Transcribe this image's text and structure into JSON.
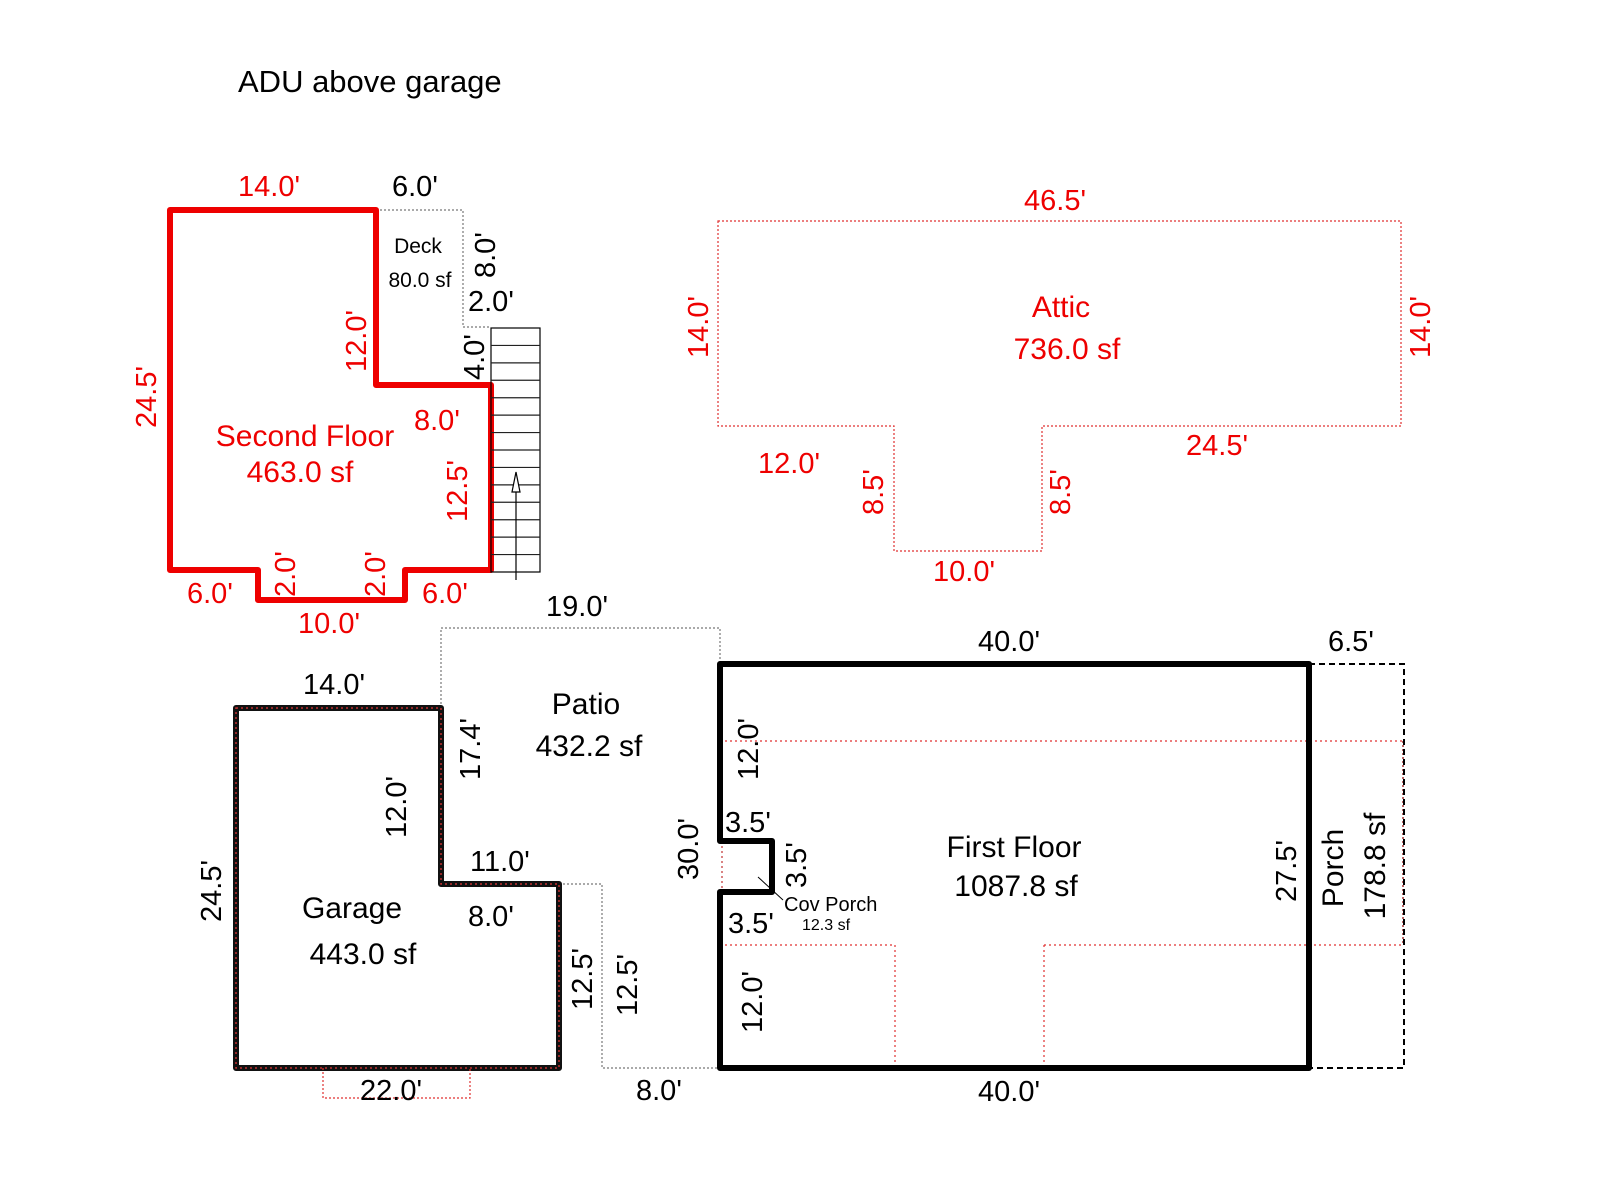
{
  "title": "ADU above garage",
  "colors": {
    "second_floor": "#ee0000",
    "attic": "#ee0000",
    "first_floor": "#000000",
    "garage": "#000000",
    "overlay_dotted": "#e03030",
    "patio_dotted": "#777777"
  },
  "areas": {
    "second_floor": {
      "name": "Second Floor",
      "area": "463.0 sf"
    },
    "deck": {
      "name": "Deck",
      "area": "80.0 sf"
    },
    "attic": {
      "name": "Attic",
      "area": "736.0 sf"
    },
    "patio": {
      "name": "Patio",
      "area": "432.2 sf"
    },
    "garage": {
      "name": "Garage",
      "area": "443.0 sf"
    },
    "first_floor": {
      "name": "First Floor",
      "area": "1087.8 sf"
    },
    "cov_porch": {
      "name": "Cov Porch",
      "area": "12.3 sf"
    },
    "porch": {
      "name": "Porch",
      "area": "178.8 sf"
    }
  },
  "dimensions": {
    "second_floor": {
      "top": "14.0'",
      "left": "24.5'",
      "inner_vertical": "12.0'",
      "inner_horizontal": "8.0'",
      "right": "12.5'",
      "bottom_left": "6.0'",
      "bottom_right": "6.0'",
      "notch_left": "2.0'",
      "notch_right": "2.0'",
      "notch_bottom": "10.0'"
    },
    "deck": {
      "top": "6.0'",
      "right": "8.0'",
      "step": "2.0'",
      "stair_side": "4.0'"
    },
    "attic": {
      "top": "46.5'",
      "left": "14.0'",
      "right": "14.0'",
      "bottom_left": "12.0'",
      "bottom_right": "24.5'",
      "notch_left": "8.5'",
      "notch_right": "8.5'",
      "notch_bottom": "10.0'"
    },
    "patio": {
      "top": "19.0'",
      "left": "17.4'",
      "right": "30.0'",
      "lower_right": "12.5'",
      "bottom": "8.0'"
    },
    "garage": {
      "top": "14.0'",
      "left": "24.5'",
      "inner_vertical": "12.0'",
      "step_top": "11.0'",
      "step_inner": "8.0'",
      "right": "12.5'",
      "bottom": "22.0'"
    },
    "first_floor": {
      "top": "40.0'",
      "bottom": "40.0'",
      "right": "27.5'",
      "left_upper": "12.0'",
      "left_lower": "12.0'",
      "notch_top": "3.5'",
      "notch_side": "3.5'",
      "notch_bottom": "3.5'"
    },
    "porch": {
      "top": "6.5'"
    }
  }
}
